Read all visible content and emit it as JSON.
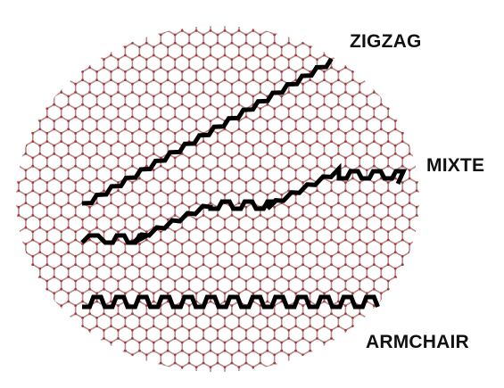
{
  "labels": {
    "zigzag": "ZIGZAG",
    "mixte": "MIXTE",
    "armchair": "ARMCHAIR"
  },
  "colors": {
    "atom_fill": "#ffffff",
    "atom_stroke": "#b88a8a",
    "bond_node": "#a33a3a",
    "edge_path": "#000000",
    "text": "#111111"
  }
}
